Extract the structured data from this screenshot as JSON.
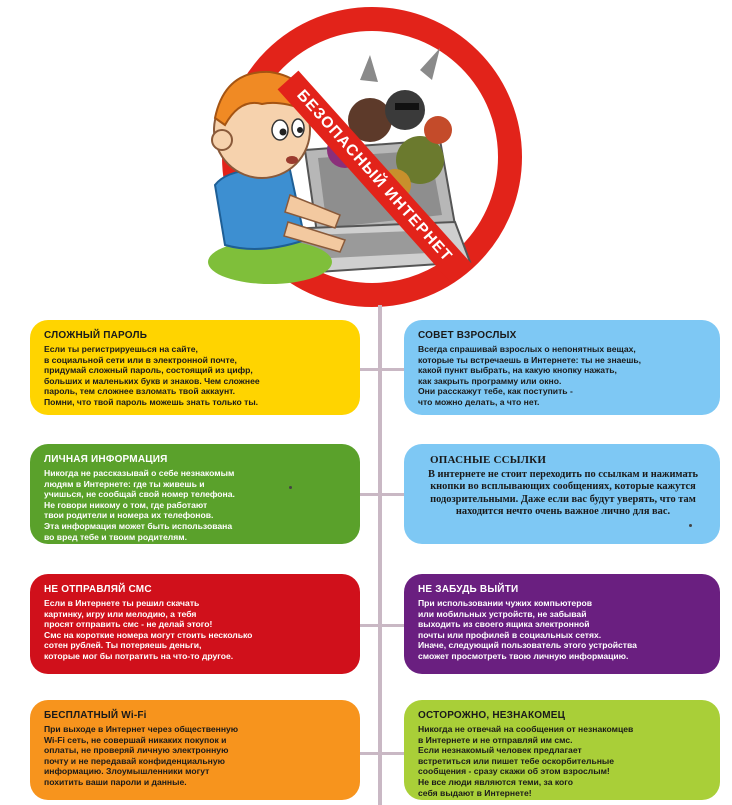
{
  "hero": {
    "banner_text": "БЕЗОПАСНЫЙ ИНТЕРНЕТ",
    "colors": {
      "ring": "#e2231a",
      "banner": "#e2231a"
    }
  },
  "cards": {
    "strong_password": {
      "title": "СЛОЖНЫЙ ПАРОЛЬ",
      "text": "Если ты регистрируешься на сайте,\nв социальной сети или в электронной почте,\nпридумай сложный пароль, состоящий из цифр,\nбольших и маленьких букв и знаков. Чем сложнее\nпароль, тем сложнее взломать твой аккаунт.\nПомни, что твой пароль можешь знать только ты.",
      "color": "#ffd400"
    },
    "adult_advice": {
      "title": "СОВЕТ ВЗРОСЛЫХ",
      "text": "Всегда спрашивай взрослых о непонятных вещах,\nкоторые ты встречаешь в Интернете: ты не знаешь,\nкакой пункт выбрать, на какую кнопку нажать,\nкак закрыть программу или окно.\nОни расскажут тебе, как поступить -\nчто можно делать, а что нет.",
      "color": "#7ec8f4"
    },
    "personal_info": {
      "title": "ЛИЧНАЯ ИНФОРМАЦИЯ",
      "text": "Никогда не рассказывай о себе незнакомым\nлюдям в Интернете: где ты живешь и\nучишься, не сообщай свой номер телефона.\nНе говори никому о том, где работают\nтвои родители и номера их телефонов.\nЭта информация может быть использована\nво вред тебе и твоим родителям.",
      "color": "#5aa12b"
    },
    "dangerous_links": {
      "title": "ОПАСНЫЕ ССЫЛКИ",
      "text": "В интернете не стоит переходить по ссылкам и нажимать\nкнопки во всплывающих сообщениях, которые кажутся\nподозрительными. Даже если вас будут уверять, что там\nнаходится нечто очень важное лично для вас.",
      "color": "#7ec8f4"
    },
    "no_sms": {
      "title": "НЕ ОТПРАВЛЯЙ СМС",
      "text": "Если в Интернете ты решил скачать\nкартинку, игру или мелодию, а тебя\nпросят отправить смс - не делай этого!\nСмс на короткие номера могут стоить несколько\nсотен рублей. Ты потеряешь деньги,\nкоторые мог бы потратить на что-то другое.",
      "color": "#d0101b"
    },
    "log_out": {
      "title": "НЕ ЗАБУДЬ ВЫЙТИ",
      "text": "При использовании чужих компьютеров\nили мобильных устройств, не забывай\nвыходить из своего ящика электронной\nпочты или профилей в социальных сетях.\nИначе, следующий пользователь этого устройства\nсможет просмотреть твою личную информацию.",
      "color": "#6a1f80"
    },
    "free_wifi": {
      "title": "БЕСПЛАТНЫЙ Wi-Fi",
      "text": "При выходе в Интернет через общественную\nWi-Fi сеть, не совершай никаких покупок и\nоплаты, не проверяй личную электронную\nпочту и не передавай конфиденциальную\nинформацию. Злоумышленники могут\nпохитить ваши пароли и данные.",
      "color": "#f7941d"
    },
    "stranger": {
      "title": "ОСТОРОЖНО, НЕЗНАКОМЕЦ",
      "text": "Никогда не отвечай на сообщения от незнакомцев\nв Интернете и не отправляй им смс.\nЕсли незнакомый человек предлагает\nвстретиться или пишет тебе оскорбительные\nсообщения - сразу скажи об этом взрослым!\nНе все люди являются теми, за кого\nсебя выдают в Интернете!",
      "color": "#a9cf38"
    }
  }
}
